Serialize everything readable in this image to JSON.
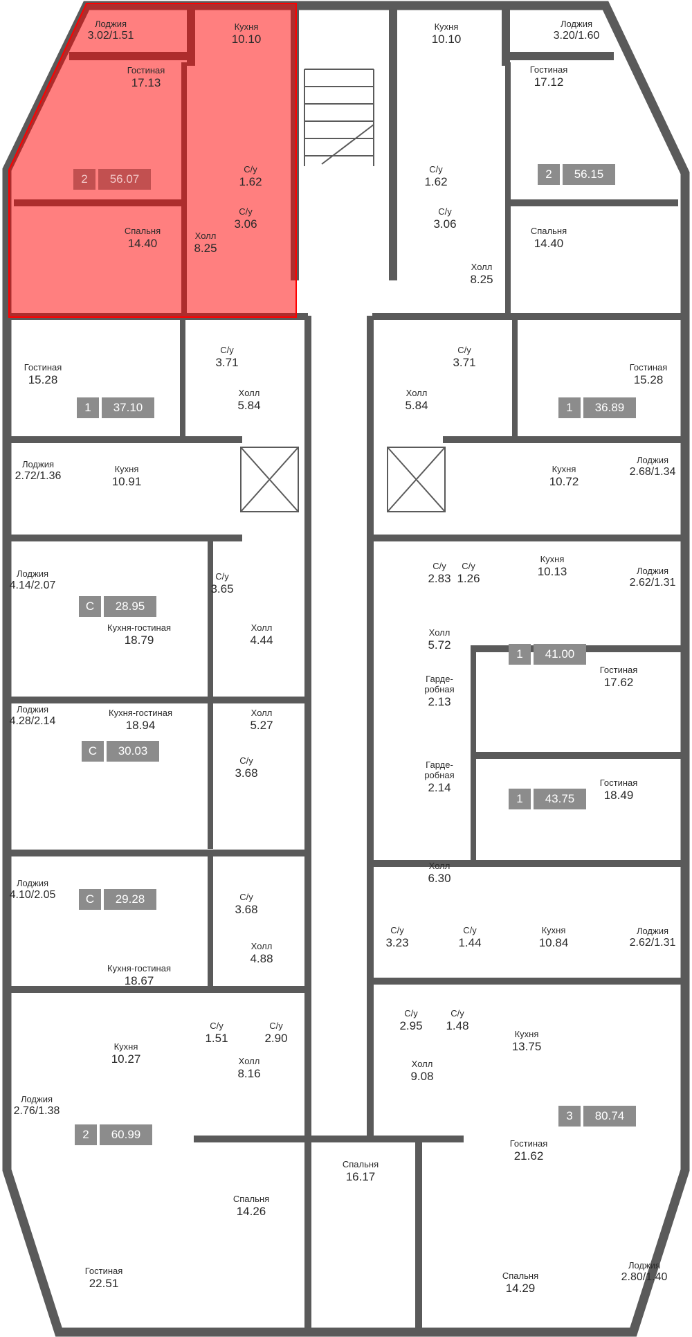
{
  "highlight_color": "#ff0000",
  "wall_color": "#5a5a5a",
  "rooms": [
    {
      "name": "Лоджия",
      "area": "3.02/1.51"
    },
    {
      "name": "Кухня",
      "area": "10.10"
    },
    {
      "name": "Гостиная",
      "area": "17.13"
    },
    {
      "name": "С/у",
      "area": "1.62"
    },
    {
      "name": "С/у",
      "area": "3.06"
    },
    {
      "name": "Спальня",
      "area": "14.40"
    },
    {
      "name": "Холл",
      "area": "8.25"
    },
    {
      "name": "Кухня",
      "area": "10.10"
    },
    {
      "name": "Лоджия",
      "area": "3.20/1.60"
    },
    {
      "name": "Гостиная",
      "area": "17.12"
    },
    {
      "name": "С/у",
      "area": "1.62"
    },
    {
      "name": "С/у",
      "area": "3.06"
    },
    {
      "name": "Спальня",
      "area": "14.40"
    },
    {
      "name": "Холл",
      "area": "8.25"
    },
    {
      "name": "Гостиная",
      "area": "15.28"
    },
    {
      "name": "С/у",
      "area": "3.71"
    },
    {
      "name": "Холл",
      "area": "5.84"
    },
    {
      "name": "С/у",
      "area": "3.71"
    },
    {
      "name": "Холл",
      "area": "5.84"
    },
    {
      "name": "Гостиная",
      "area": "15.28"
    },
    {
      "name": "Лоджия",
      "area": "2.72/1.36"
    },
    {
      "name": "Кухня",
      "area": "10.91"
    },
    {
      "name": "Лоджия",
      "area": "2.68/1.34"
    },
    {
      "name": "Кухня",
      "area": "10.72"
    },
    {
      "name": "Лоджия",
      "area": "4.14/2.07"
    },
    {
      "name": "Кухня-гостиная",
      "area": "18.79"
    },
    {
      "name": "С/у",
      "area": "3.65"
    },
    {
      "name": "Холл",
      "area": "4.44"
    },
    {
      "name": "С/у",
      "area": "2.83"
    },
    {
      "name": "С/у",
      "area": "1.26"
    },
    {
      "name": "Кухня",
      "area": "10.13"
    },
    {
      "name": "Лоджия",
      "area": "2.62/1.31"
    },
    {
      "name": "Холл",
      "area": "5.72"
    },
    {
      "name": "Гостиная",
      "area": "17.62"
    },
    {
      "name": "Гарде-\nробная",
      "area": "2.13"
    },
    {
      "name": "Лоджия",
      "area": "4.28/2.14"
    },
    {
      "name": "Кухня-гостиная",
      "area": "18.94"
    },
    {
      "name": "Холл",
      "area": "5.27"
    },
    {
      "name": "С/у",
      "area": "3.68"
    },
    {
      "name": "Гарде-\nробная",
      "area": "2.14"
    },
    {
      "name": "Гостиная",
      "area": "18.49"
    },
    {
      "name": "Холл",
      "area": "6.30"
    },
    {
      "name": "Лоджия",
      "area": "4.10/2.05"
    },
    {
      "name": "С/у",
      "area": "3.68"
    },
    {
      "name": "Кухня-гостиная",
      "area": "18.67"
    },
    {
      "name": "Холл",
      "area": "4.88"
    },
    {
      "name": "С/у",
      "area": "3.23"
    },
    {
      "name": "С/у",
      "area": "1.44"
    },
    {
      "name": "Кухня",
      "area": "10.84"
    },
    {
      "name": "Лоджия",
      "area": "2.62/1.31"
    },
    {
      "name": "С/у",
      "area": "2.95"
    },
    {
      "name": "С/у",
      "area": "1.48"
    },
    {
      "name": "Кухня",
      "area": "13.75"
    },
    {
      "name": "Холл",
      "area": "9.08"
    },
    {
      "name": "Кухня",
      "area": "10.27"
    },
    {
      "name": "С/у",
      "area": "1.51"
    },
    {
      "name": "С/у",
      "area": "2.90"
    },
    {
      "name": "Холл",
      "area": "8.16"
    },
    {
      "name": "Лоджия",
      "area": "2.76/1.38"
    },
    {
      "name": "Гостиная",
      "area": "21.62"
    },
    {
      "name": "Спальня",
      "area": "16.17"
    },
    {
      "name": "Спальня",
      "area": "14.26"
    },
    {
      "name": "Гостиная",
      "area": "22.51"
    },
    {
      "name": "Спальня",
      "area": "14.29"
    },
    {
      "name": "Лоджия",
      "area": "2.80/1.40"
    }
  ],
  "apartments": [
    {
      "rooms": "2",
      "area": "56.07",
      "highlighted": true
    },
    {
      "rooms": "2",
      "area": "56.15"
    },
    {
      "rooms": "1",
      "area": "37.10"
    },
    {
      "rooms": "1",
      "area": "36.89"
    },
    {
      "rooms": "С",
      "area": "28.95"
    },
    {
      "rooms": "1",
      "area": "41.00"
    },
    {
      "rooms": "С",
      "area": "30.03"
    },
    {
      "rooms": "1",
      "area": "43.75"
    },
    {
      "rooms": "С",
      "area": "29.28"
    },
    {
      "rooms": "2",
      "area": "60.99"
    },
    {
      "rooms": "3",
      "area": "80.74"
    }
  ]
}
